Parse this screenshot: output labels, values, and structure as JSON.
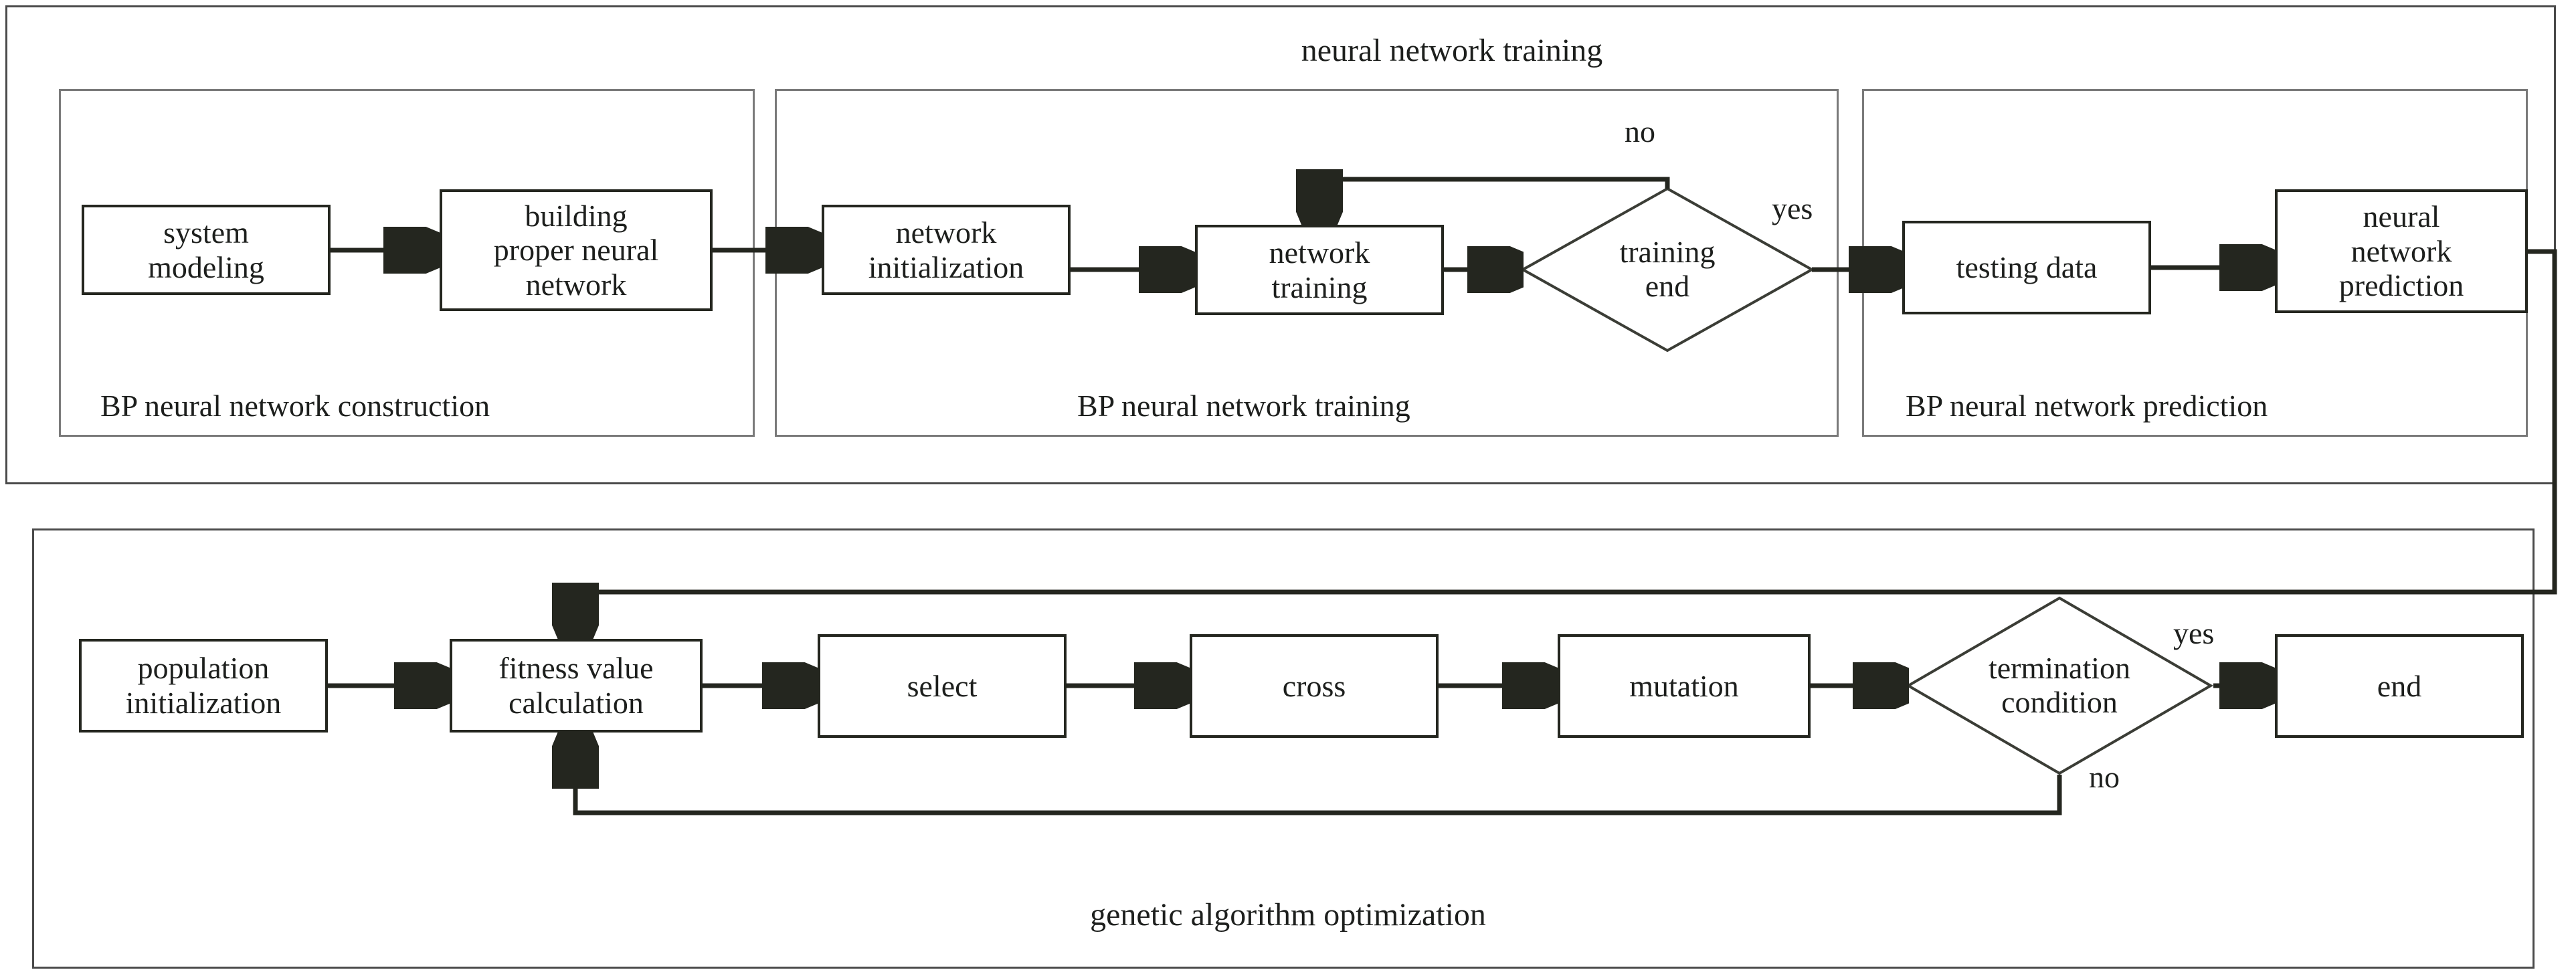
{
  "diagram": {
    "title_top": "neural network training",
    "title_bottom": "genetic algorithm optimization",
    "type": "flowchart",
    "sections": [
      {
        "name": "neural-network-training",
        "caption": "neural network training",
        "panels": [
          {
            "name": "bp-construction",
            "label": "BP neural network construction",
            "nodes": [
              {
                "id": "system-modeling",
                "text": "system\nmodeling",
                "shape": "process"
              },
              {
                "id": "building-proper-neural-network",
                "text": "building\nproper neural\nnetwork",
                "shape": "process"
              }
            ]
          },
          {
            "name": "bp-training",
            "label": "BP neural network training",
            "nodes": [
              {
                "id": "network-initialization",
                "text": "network\ninitialization",
                "shape": "process"
              },
              {
                "id": "network-training",
                "text": "network\ntraining",
                "shape": "process"
              },
              {
                "id": "training-end",
                "text": "training\nend",
                "shape": "decision"
              }
            ],
            "edge_labels": {
              "loop_back": "no",
              "forward": "yes"
            }
          },
          {
            "name": "bp-prediction",
            "label": "BP neural network prediction",
            "nodes": [
              {
                "id": "testing-data",
                "text": "testing data",
                "shape": "process"
              },
              {
                "id": "neural-network-prediction",
                "text": "neural\nnetwork\nprediction",
                "shape": "process"
              }
            ]
          }
        ]
      },
      {
        "name": "genetic-algorithm-optimization",
        "caption": "genetic algorithm optimization",
        "nodes": [
          {
            "id": "population-initialization",
            "text": "population\ninitialization",
            "shape": "process"
          },
          {
            "id": "fitness-value-calculation",
            "text": "fitness value\ncalculation",
            "shape": "process"
          },
          {
            "id": "select",
            "text": "select",
            "shape": "process"
          },
          {
            "id": "cross",
            "text": "cross",
            "shape": "process"
          },
          {
            "id": "mutation",
            "text": "mutation",
            "shape": "process"
          },
          {
            "id": "termination-condition",
            "text": "termination\ncondition",
            "shape": "decision"
          },
          {
            "id": "end",
            "text": "end",
            "shape": "process"
          }
        ],
        "edge_labels": {
          "yes": "yes",
          "no": "no"
        }
      }
    ]
  },
  "nodes": {
    "system_modeling_l1": "system",
    "system_modeling_l2": "modeling",
    "building_l1": "building",
    "building_l2": "proper neural",
    "building_l3": "network",
    "net_init_l1": "network",
    "net_init_l2": "initialization",
    "net_train_l1": "network",
    "net_train_l2": "training",
    "training_end_l1": "training",
    "training_end_l2": "end",
    "testing_data": "testing data",
    "nn_pred_l1": "neural",
    "nn_pred_l2": "network",
    "nn_pred_l3": "prediction",
    "pop_init_l1": "population",
    "pop_init_l2": "initialization",
    "fitness_l1": "fitness value",
    "fitness_l2": "calculation",
    "select": "select",
    "cross": "cross",
    "mutation": "mutation",
    "termination_l1": "termination",
    "termination_l2": "condition",
    "end": "end"
  },
  "labels": {
    "panel1": "BP neural network construction",
    "panel2": "BP neural network training",
    "panel3": "BP neural network prediction",
    "top_title": "neural network training",
    "bottom_title": "genetic algorithm optimization",
    "no_top": "no",
    "yes_top": "yes",
    "yes_bottom": "yes",
    "no_bottom": "no"
  },
  "colors": {
    "stroke": "#24261f",
    "panel_border": "#4a4a4a",
    "subpanel_border": "#7a7a7a",
    "background": "#ffffff"
  }
}
